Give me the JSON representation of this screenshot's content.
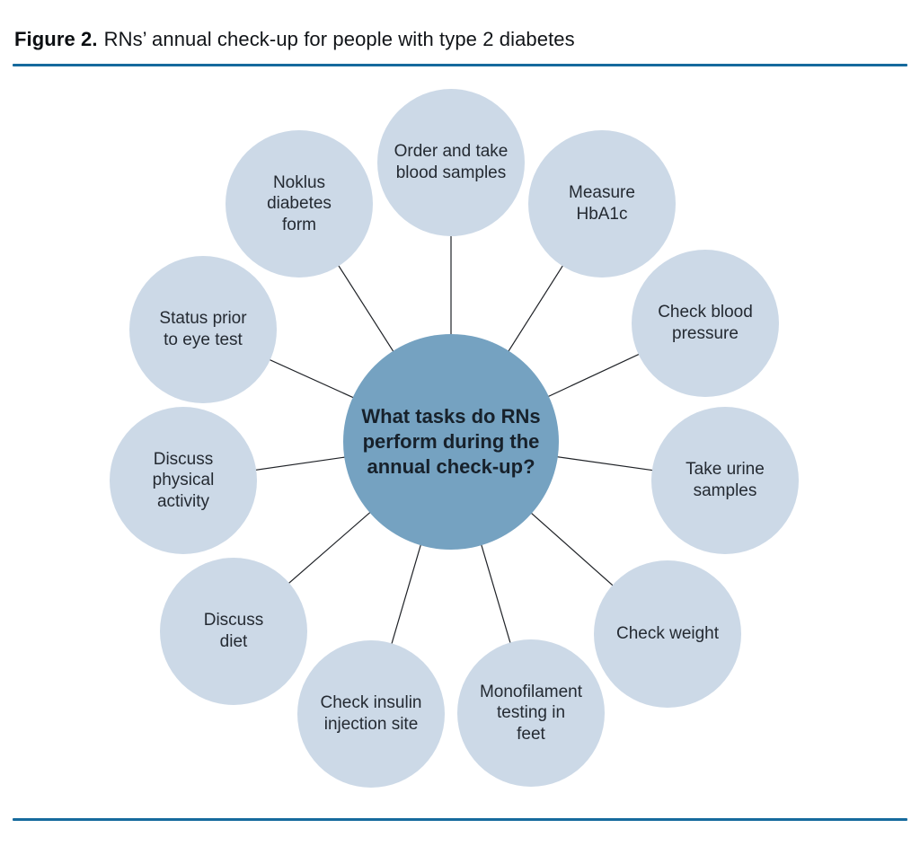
{
  "figure": {
    "label": "Figure 2.",
    "title": "RNs’ annual check-up for people with type 2 diabetes"
  },
  "diagram": {
    "center": {
      "text": "What tasks do RNs\nperform during the\nannual check-up?"
    },
    "nodes": [
      {
        "label": "Order and take\nblood samples"
      },
      {
        "label": "Measure\nHbA1c"
      },
      {
        "label": "Check blood\npressure"
      },
      {
        "label": "Take urine\nsamples"
      },
      {
        "label": "Check weight"
      },
      {
        "label": "Monofilament\ntesting in\nfeet"
      },
      {
        "label": "Check insulin\ninjection site"
      },
      {
        "label": "Discuss\ndiet"
      },
      {
        "label": "Discuss\nphysical\nactivity"
      },
      {
        "label": "Status prior\nto eye test"
      },
      {
        "label": "Noklus\ndiabetes\nform"
      }
    ]
  },
  "colors": {
    "center_fill": "#75a2c1",
    "node_fill": "#ccd9e7",
    "connector": "#1f2227",
    "rule": "#166a9d",
    "center_text": "#17212b",
    "node_text": "#242a32"
  }
}
